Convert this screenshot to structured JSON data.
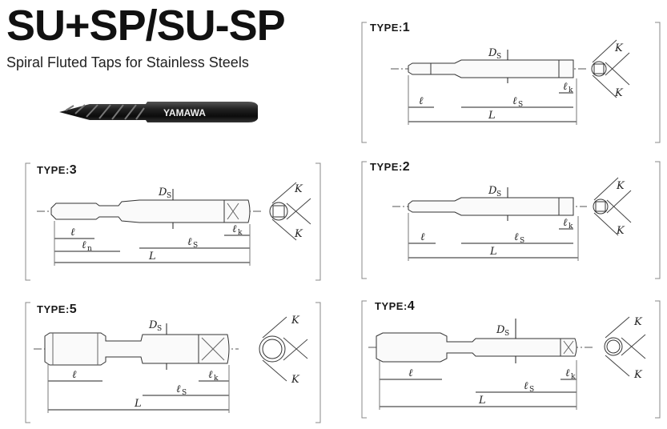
{
  "header": {
    "title": "SU+SP/SU-SP",
    "subtitle": "Spiral Fluted Taps for Stainless Steels"
  },
  "product_image": {
    "brand_text": "YAMAWA"
  },
  "panels": [
    {
      "id": "type1",
      "label_prefix": "TYPE:",
      "label_number": "1",
      "dims": {
        "Ds": "D",
        "Ds_sub": "S",
        "l": "ℓ",
        "ls": "ℓ",
        "ls_sub": "S",
        "lk": "ℓ",
        "lk_sub": "k",
        "L": "L",
        "K1": "K",
        "K2": "K"
      }
    },
    {
      "id": "type2",
      "label_prefix": "TYPE:",
      "label_number": "2",
      "dims": {
        "Ds": "D",
        "Ds_sub": "S",
        "l": "ℓ",
        "ls": "ℓ",
        "ls_sub": "S",
        "lk": "ℓ",
        "lk_sub": "k",
        "L": "L",
        "K1": "K",
        "K2": "K"
      }
    },
    {
      "id": "type3",
      "label_prefix": "TYPE:",
      "label_number": "3",
      "dims": {
        "Ds": "D",
        "Ds_sub": "S",
        "l": "ℓ",
        "ln": "ℓ",
        "ln_sub": "n",
        "ls": "ℓ",
        "ls_sub": "S",
        "lk": "ℓ",
        "lk_sub": "k",
        "L": "L",
        "K1": "K",
        "K2": "K"
      }
    },
    {
      "id": "type4",
      "label_prefix": "TYPE:",
      "label_number": "4",
      "dims": {
        "Ds": "D",
        "Ds_sub": "S",
        "l": "ℓ",
        "ls": "ℓ",
        "ls_sub": "S",
        "lk": "ℓ",
        "lk_sub": "k",
        "L": "L",
        "K1": "K",
        "K2": "K"
      }
    },
    {
      "id": "type5",
      "label_prefix": "TYPE:",
      "label_number": "5",
      "dims": {
        "Ds": "D",
        "Ds_sub": "S",
        "l": "ℓ",
        "ls": "ℓ",
        "ls_sub": "S",
        "lk": "ℓ",
        "lk_sub": "k",
        "L": "L",
        "K1": "K",
        "K2": "K"
      }
    }
  ]
}
